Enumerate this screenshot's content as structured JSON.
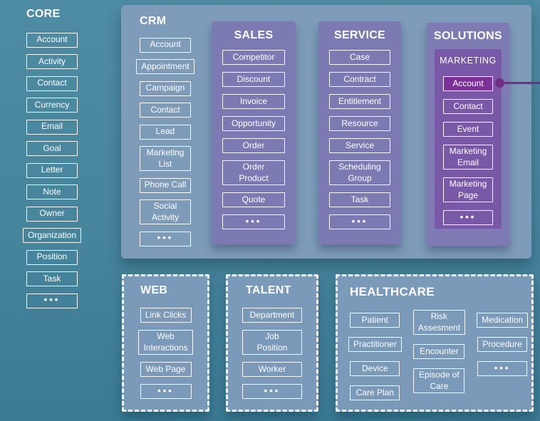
{
  "colors": {
    "background_teal": "#47859d",
    "container_blue": "#7e9bba",
    "panel_purple": "#7b7ab3",
    "solutions_purple": "#7e7bb4",
    "marketing_purple": "#7a58a8",
    "highlight_fill": "#7d2f9a",
    "connector_purple": "#722e86",
    "box_border": "#ffffff"
  },
  "core": {
    "title": "CORE",
    "items": [
      "Account",
      "Activity",
      "Contact",
      "Currency",
      "Email",
      "Goal",
      "Letter",
      "Note",
      "Owner",
      "Organization",
      "Position",
      "Task",
      "•••"
    ]
  },
  "crm": {
    "title": "CRM",
    "items": [
      "Account",
      "Appointment",
      "Campaign",
      "Contact",
      "Lead",
      "Marketing\nList",
      "Phone Call",
      "Social\nActivity",
      "•••"
    ]
  },
  "sales": {
    "title": "SALES",
    "items": [
      "Competitor",
      "Discount",
      "Invoice",
      "Opportunity",
      "Order",
      "Order\nProduct",
      "Quote",
      "•••"
    ]
  },
  "service": {
    "title": "SERVICE",
    "items": [
      "Case",
      "Contract",
      "Entitlement",
      "Resource",
      "Service",
      "Scheduling\nGroup",
      "Task",
      "•••"
    ]
  },
  "solutions": {
    "title": "SOLUTIONS",
    "marketing": {
      "title": "MARKETING",
      "highlighted_item": "Account",
      "items": [
        "Account",
        "Contact",
        "Event",
        "Marketing\nEmail",
        "Marketing\nPage",
        "•••"
      ]
    }
  },
  "web": {
    "title": "WEB",
    "items": [
      "Link Clicks",
      "Web\nInteractions",
      "Web Page",
      "•••"
    ]
  },
  "talent": {
    "title": "TALENT",
    "items": [
      "Department",
      "Job\nPosition",
      "Worker",
      "•••"
    ]
  },
  "healthcare": {
    "title": "HEALTHCARE",
    "columns": [
      [
        "Patient",
        "Practitioner",
        "Device",
        "Care Plan"
      ],
      [
        "Risk\nAssesment",
        "Encounter",
        "Episode of\nCare"
      ],
      [
        "Medication",
        "Procedure",
        "•••"
      ]
    ]
  }
}
